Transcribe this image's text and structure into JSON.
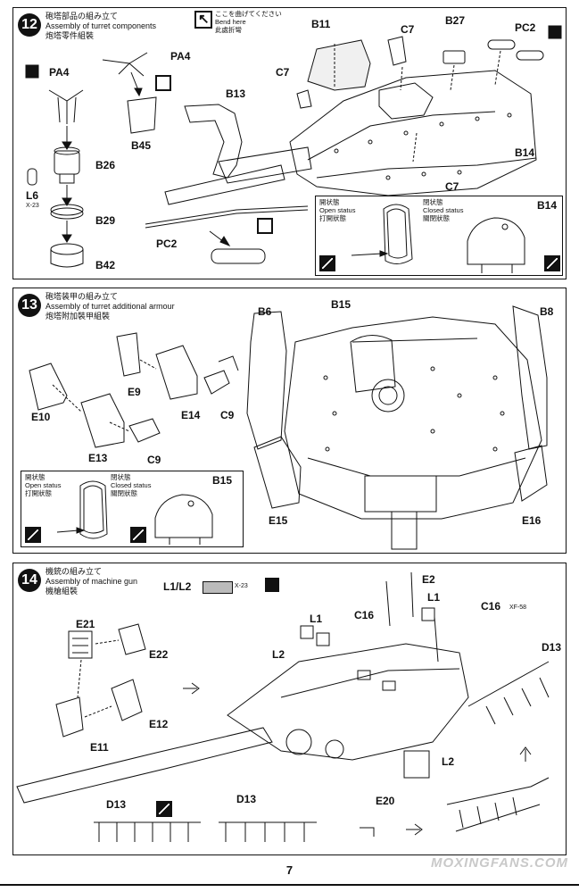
{
  "steps": [
    {
      "number": "12",
      "title_jp": "砲塔部品の組み立て",
      "title_en": "Assembly of turret components",
      "title_cn": "炮塔零件組裝"
    },
    {
      "number": "13",
      "title_jp": "砲塔装甲の組み立て",
      "title_en": "Assembly of turret additional armour",
      "title_cn": "炮塔附加裝甲組裝"
    },
    {
      "number": "14",
      "title_jp": "機銃の組み立て",
      "title_en": "Assembly of machine gun",
      "title_cn": "機槍組裝"
    }
  ],
  "bend_note": {
    "jp": "ここを曲げてください",
    "en": "Bend here",
    "cn": "此處折彎"
  },
  "step12": {
    "labels": {
      "pa4_left": "PA4",
      "pa4_top": "PA4",
      "b26": "B26",
      "l6": "L6",
      "l6_paint": "X-23",
      "b29": "B29",
      "b42": "B42",
      "b45": "B45",
      "b13": "B13",
      "pc2_bottom": "PC2",
      "b11": "B11",
      "c7_top": "C7",
      "b27": "B27",
      "pc2_top": "PC2",
      "c7_left": "C7",
      "b14": "B14",
      "c7_bottom": "C7"
    },
    "inset": {
      "open_jp": "開状態",
      "open_en": "Open status",
      "open_cn": "打開狀態",
      "closed_jp": "閉状態",
      "closed_en": "Closed status",
      "closed_cn": "關閉狀態",
      "part": "B14"
    }
  },
  "step13": {
    "labels": {
      "e10": "E10",
      "e9": "E9",
      "e14": "E14",
      "c9_right": "C9",
      "e13": "E13",
      "c9_bottom": "C9",
      "b6": "B6",
      "b15": "B15",
      "b8": "B8",
      "e15": "E15",
      "e16": "E16"
    },
    "inset": {
      "open_jp": "開状態",
      "open_en": "Open status",
      "open_cn": "打開狀態",
      "closed_jp": "閉状態",
      "closed_en": "Closed status",
      "closed_cn": "關閉狀態",
      "part": "B15"
    }
  },
  "step14": {
    "labels": {
      "l1l2": "L1/L2",
      "paint_x23": "X-23",
      "e2": "E2",
      "l1_right": "L1",
      "c16_left": "C16",
      "l1_mid": "L1",
      "c16_right": "C16",
      "paint_xf58": "XF-58",
      "e21": "E21",
      "e22": "E22",
      "l2_left": "L2",
      "d13_right": "D13",
      "e12": "E12",
      "e11": "E11",
      "l2_bottom": "L2",
      "d13_bottom_left": "D13",
      "d13_bottom_mid": "D13",
      "e20": "E20"
    }
  },
  "page_number": "7",
  "watermark": "MOXINGFANS.COM"
}
